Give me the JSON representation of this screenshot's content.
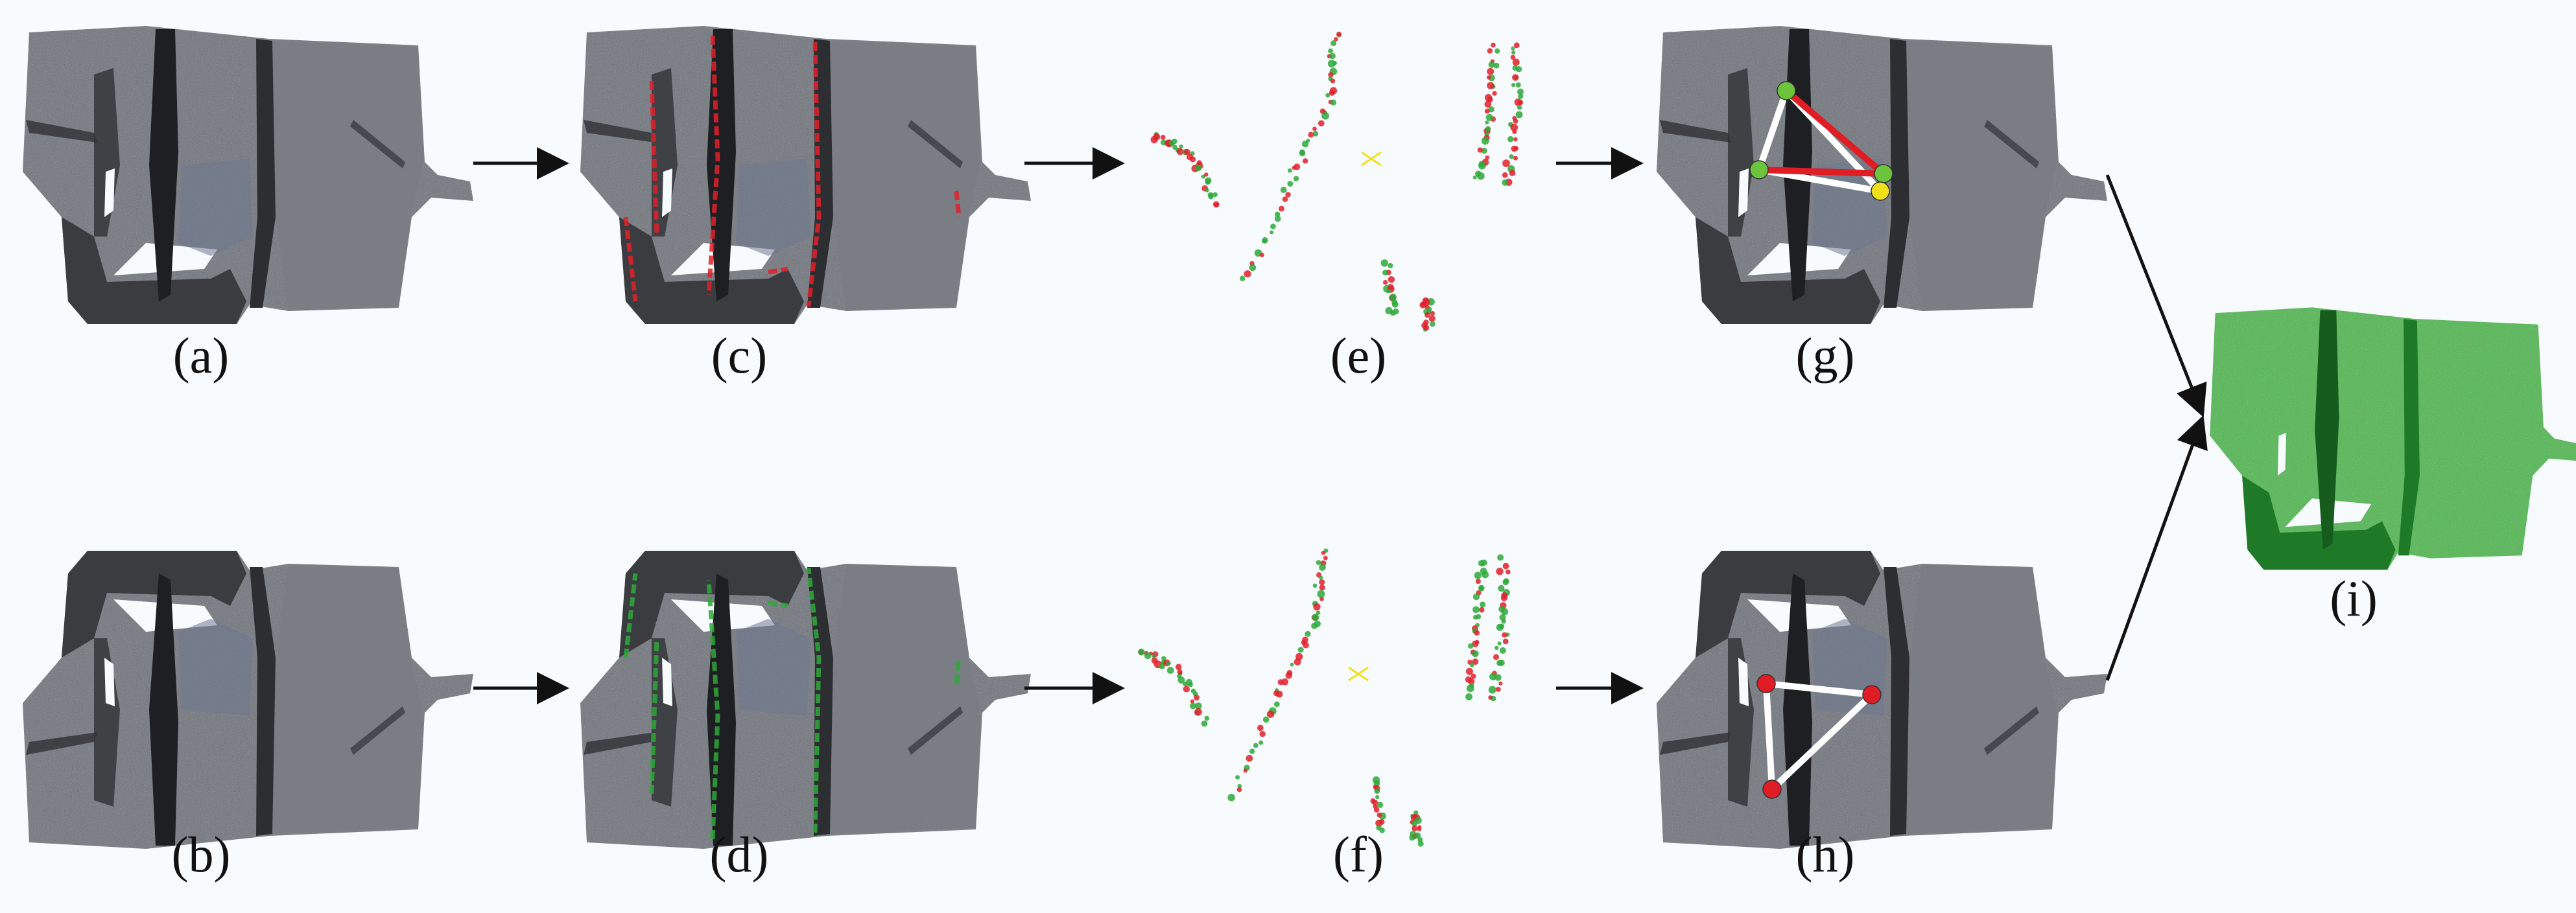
{
  "panels": [
    {
      "id": "a",
      "label": "(a)"
    },
    {
      "id": "b",
      "label": "(b)"
    },
    {
      "id": "c",
      "label": "(c)"
    },
    {
      "id": "d",
      "label": "(d)"
    },
    {
      "id": "e",
      "label": "(e)"
    },
    {
      "id": "f",
      "label": "(f)"
    },
    {
      "id": "g",
      "label": "(g)"
    },
    {
      "id": "h",
      "label": "(h)"
    },
    {
      "id": "i",
      "label": "(i)"
    }
  ],
  "colors": {
    "rock": "#6b6f78",
    "rock_dark": "#3a3c40",
    "rock_shadow": "#1e1f22",
    "feature_red": "#e0202a",
    "feature_green": "#2ea83a",
    "point_green": "#6cc43c",
    "point_yellow": "#f2e01a",
    "point_red": "#e01c24",
    "merged_green": "#3cb83c",
    "arrow": "#111111"
  }
}
